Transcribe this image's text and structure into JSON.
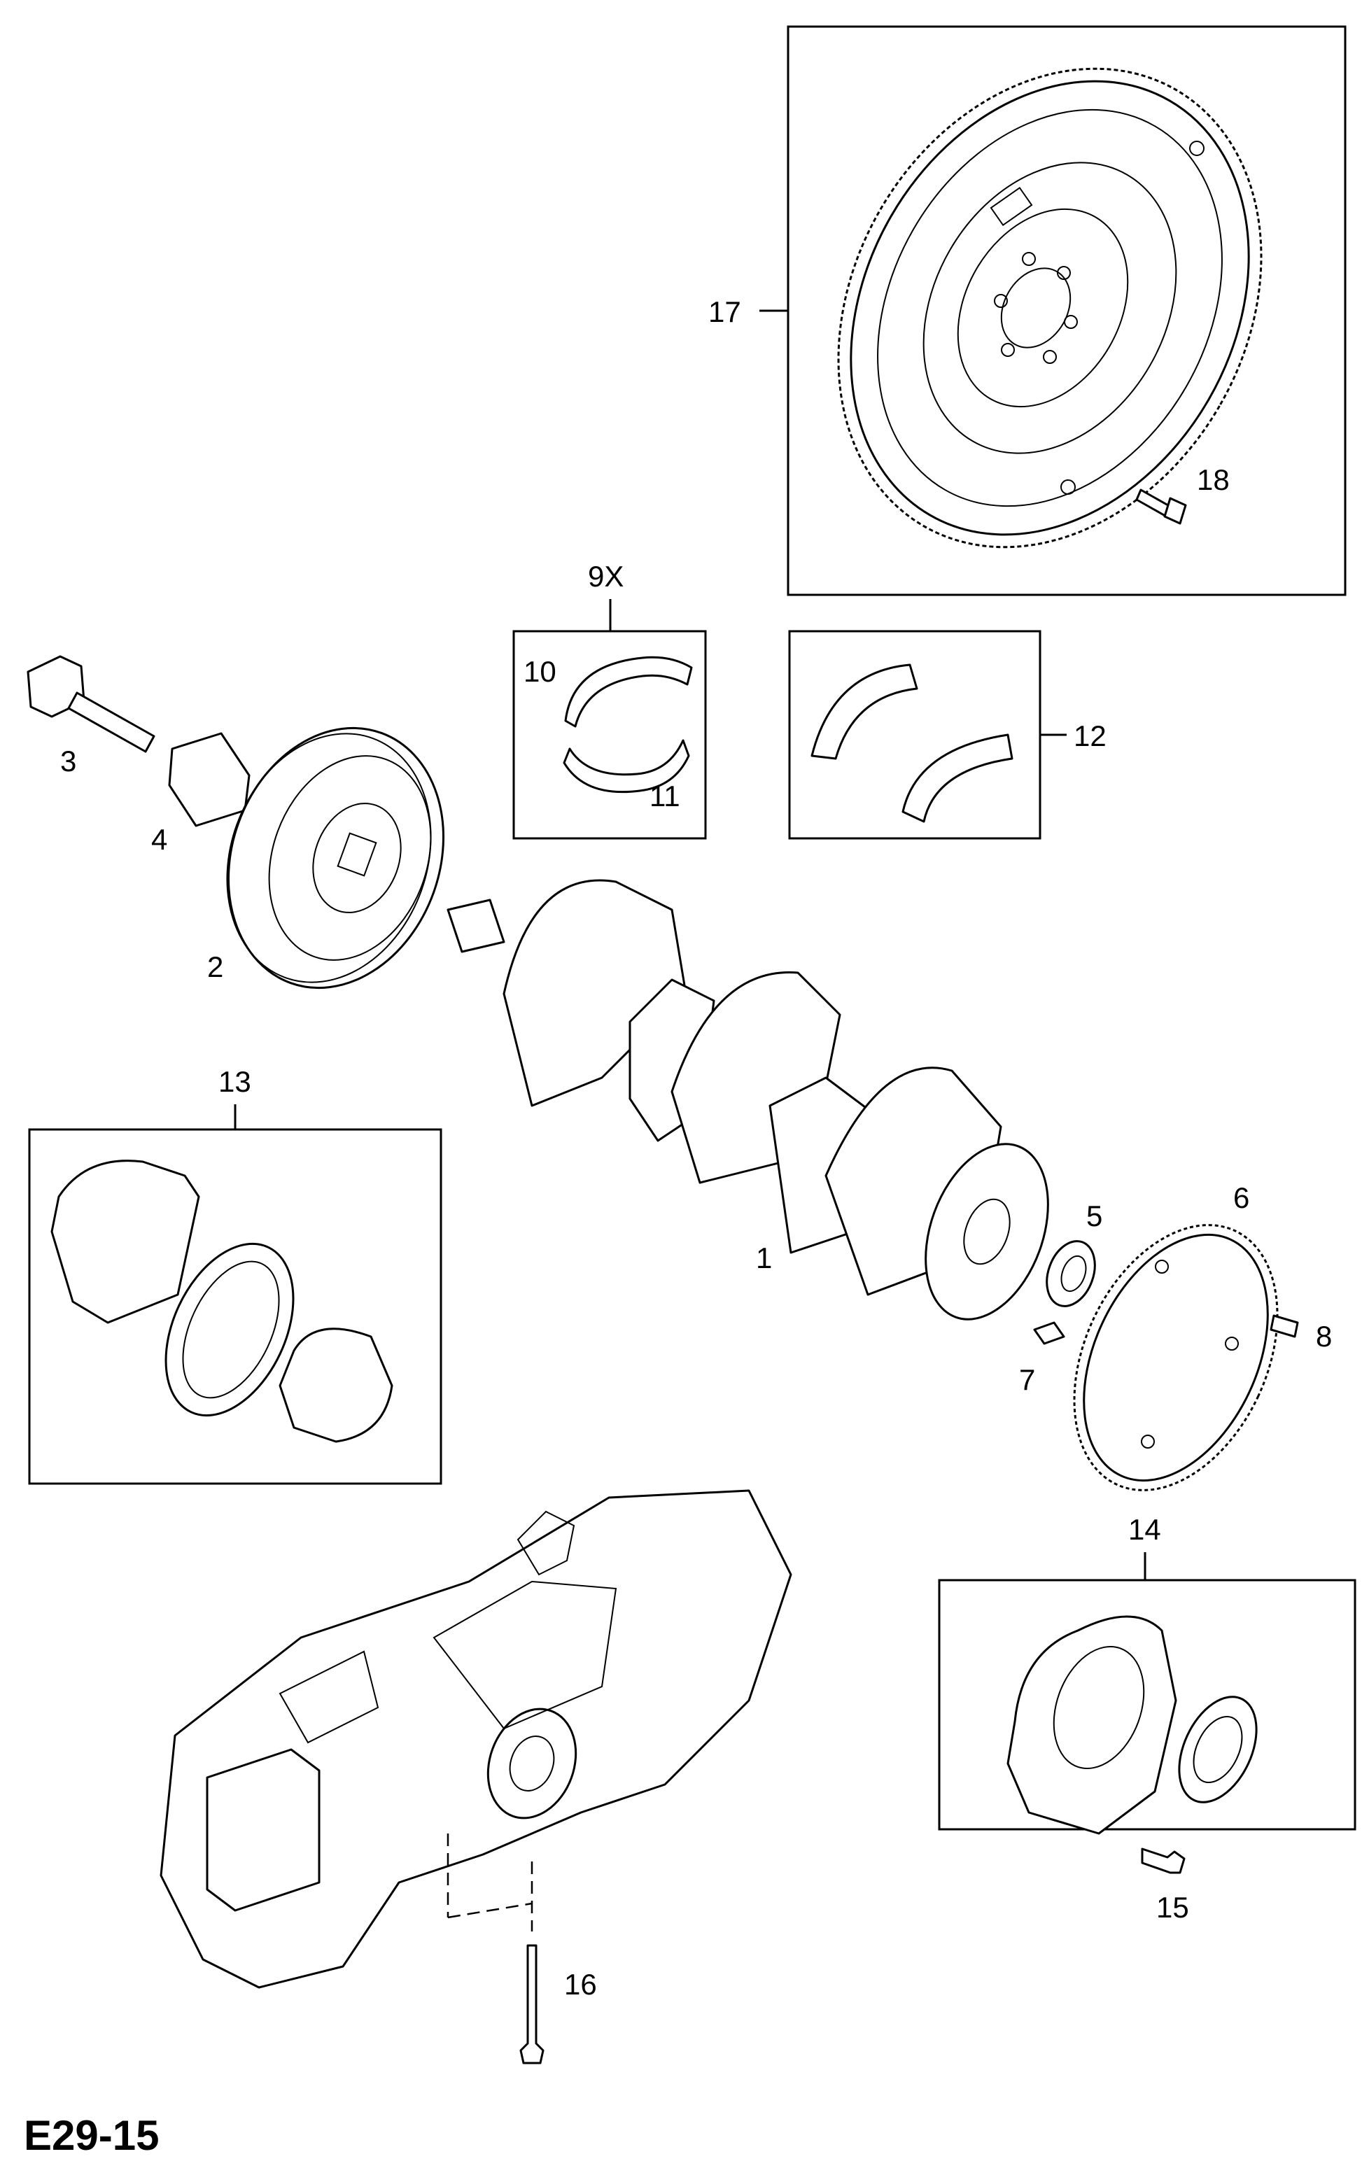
{
  "page_code": "E29-15",
  "callouts": {
    "c1": "1",
    "c2": "2",
    "c3": "3",
    "c4": "4",
    "c5": "5",
    "c6": "6",
    "c7": "7",
    "c8": "8",
    "c9x": "9X",
    "c10": "10",
    "c11": "11",
    "c12": "12",
    "c13": "13",
    "c14": "14",
    "c15": "15",
    "c16": "16",
    "c17": "17",
    "c18": "18"
  }
}
